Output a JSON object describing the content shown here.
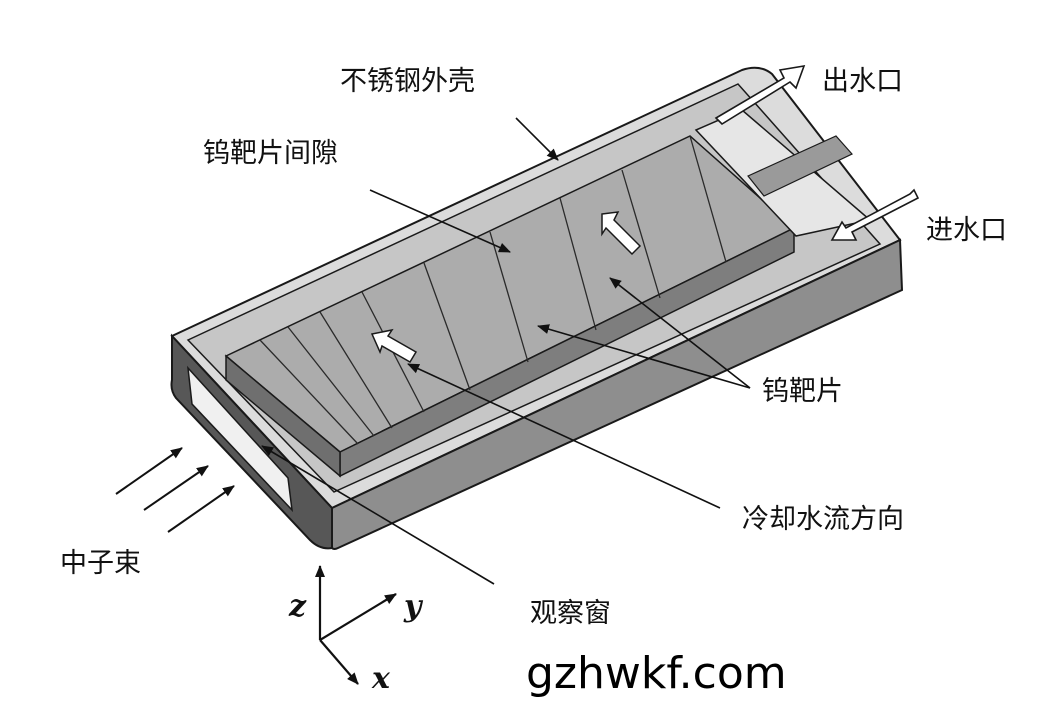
{
  "labels": {
    "shell": "不锈钢外壳",
    "outlet": "出水口",
    "gap": "钨靶片间隙",
    "inlet": "进水口",
    "plate": "钨靶片",
    "flow": "冷却水流方向",
    "beam": "中子束",
    "window": "观察窗"
  },
  "axes": {
    "z": "z",
    "y": "y",
    "x": "x"
  },
  "watermark": "gzhwkf.com",
  "colors": {
    "housing_top": "#dedede",
    "housing_front": "#555555",
    "housing_side": "#8a8a8a",
    "plate_light": "#b8b8b8",
    "plate_mid": "#a6a6a6",
    "plate_dark": "#7a7a7a",
    "outline": "#1a1a1a"
  }
}
